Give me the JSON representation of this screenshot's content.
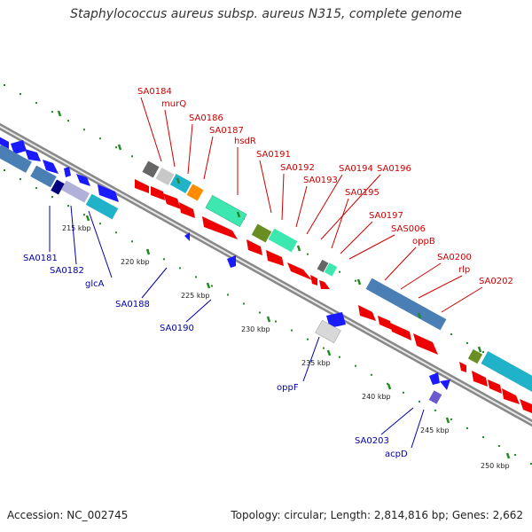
{
  "title": "Staphylococcus aureus subsp. aureus N315, complete genome",
  "accession": "Accession: NC_002745",
  "topology": "Topology: circular; Length: 2,814,816 bp; Genes: 2,662",
  "colors": {
    "forward_label": "#cc0000",
    "reverse_label": "#0000aa",
    "tick": "#228b22",
    "backbone": "#777777"
  },
  "tick_labels": [
    "215 kbp",
    "220 kbp",
    "225 kbp",
    "230 kbp",
    "235 kbp",
    "240 kbp",
    "245 kbp",
    "250 kbp"
  ],
  "forward_labels": [
    "SA0184",
    "murQ",
    "SA0186",
    "SA0187",
    "hsdR",
    "SA0191",
    "SA0192",
    "SA0193",
    "SA0194",
    "SA0196",
    "SA0195",
    "SA0197",
    "SAS006",
    "oppB",
    "SA0200",
    "rlp",
    "SA0202"
  ],
  "reverse_labels": [
    "SA0181",
    "SA0182",
    "glcA",
    "SA0188",
    "SA0190",
    "oppF",
    "SA0203",
    "acpD"
  ]
}
